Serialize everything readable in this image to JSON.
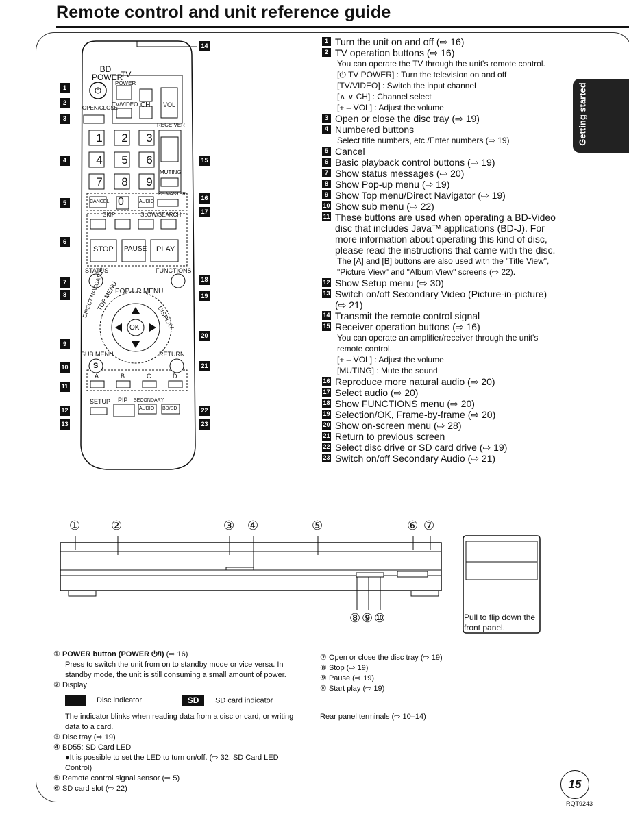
{
  "title": "Remote control and unit reference guide",
  "side_tab": "Getting started",
  "reference": [
    {
      "n": "1",
      "text": "Turn the unit on and off (⇨ 16)"
    },
    {
      "n": "2",
      "text": "TV operation buttons (⇨ 16)",
      "sub": [
        "You can operate the TV through the unit's remote control.",
        "[⏻ TV POWER] : Turn the television on and off",
        "[TV/VIDEO] : Switch the input channel",
        "[∧ ∨ CH] : Channel select",
        "[+ – VOL] : Adjust the volume"
      ]
    },
    {
      "n": "3",
      "text": "Open or close the disc tray (⇨ 19)"
    },
    {
      "n": "4",
      "text": "Numbered buttons",
      "sub": [
        "Select title numbers, etc./Enter numbers (⇨ 19)"
      ]
    },
    {
      "n": "5",
      "text": "Cancel"
    },
    {
      "n": "6",
      "text": "Basic playback control buttons (⇨ 19)"
    },
    {
      "n": "7",
      "text": "Show status messages (⇨ 20)"
    },
    {
      "n": "8",
      "text": "Show Pop-up menu (⇨ 19)"
    },
    {
      "n": "9",
      "text": "Show Top menu/Direct Navigator (⇨ 19)"
    },
    {
      "n": "10",
      "text": "Show sub menu (⇨ 22)"
    },
    {
      "n": "11",
      "text": "These buttons are used when operating a BD-Video disc that includes Java™ applications (BD-J). For more information about operating this kind of disc, please read the instructions that came with the disc.",
      "sub": [
        "The [A] and [B] buttons are also used with the \"Title View\", \"Picture View\" and \"Album View\" screens (⇨ 22)."
      ]
    },
    {
      "n": "12",
      "text": "Show Setup menu (⇨ 30)"
    },
    {
      "n": "13",
      "text": "Switch on/off Secondary Video (Picture-in-picture) (⇨ 21)"
    },
    {
      "n": "14",
      "text": "Transmit the remote control signal"
    },
    {
      "n": "15",
      "text": "Receiver operation buttons (⇨ 16)",
      "sub": [
        "You can operate an amplifier/receiver through the unit's remote control.",
        "[+ – VOL] : Adjust the volume",
        "[MUTING] : Mute the sound"
      ]
    },
    {
      "n": "16",
      "text": "Reproduce more natural audio (⇨ 20)"
    },
    {
      "n": "17",
      "text": "Select audio (⇨ 20)"
    },
    {
      "n": "18",
      "text": "Show FUNCTIONS menu (⇨ 20)"
    },
    {
      "n": "19",
      "text": "Selection/OK, Frame-by-frame (⇨ 20)"
    },
    {
      "n": "20",
      "text": "Show on-screen menu (⇨ 28)"
    },
    {
      "n": "21",
      "text": "Return to previous screen"
    },
    {
      "n": "22",
      "text": "Select disc drive or SD card drive (⇨ 19)"
    },
    {
      "n": "23",
      "text": "Switch on/off Secondary Audio (⇨ 21)"
    }
  ],
  "remote_labels": {
    "bd_power": "BD POWER",
    "tv": "TV",
    "power": "POWER",
    "tv_video": "TV/VIDEO",
    "ch": "CH",
    "vol": "VOL",
    "open_close": "OPEN/CLOSE",
    "receiver": "RECEIVER",
    "muting": "MUTING",
    "cancel": "CANCEL",
    "zero": "0",
    "audio": "AUDIO",
    "remaster": "RE-MASTER",
    "skip": "SKIP",
    "slow_search": "SLOW/SEARCH",
    "stop": "STOP",
    "pause": "PAUSE",
    "play": "PLAY",
    "status": "STATUS",
    "functions": "FUNCTIONS",
    "popup_menu": "POP-UP MENU",
    "direct_navigator": "DIRECT NAVIGATOR",
    "top_menu": "TOP MENU",
    "display": "DISPLAY",
    "ok": "OK",
    "sub_menu": "SUB MENU",
    "return": "RETURN",
    "s": "S",
    "a": "A",
    "b": "B",
    "c": "C",
    "d": "D",
    "setup": "SETUP",
    "pip": "PIP",
    "secondary": "SECONDARY",
    "audio2": "AUDIO",
    "bd_sd": "BD/SD",
    "digits": [
      "1",
      "2",
      "3",
      "4",
      "5",
      "6",
      "7",
      "8",
      "9"
    ]
  },
  "unit_callouts": [
    "①",
    "②",
    "③",
    "④",
    "⑤",
    "⑥",
    "⑦",
    "⑧",
    "⑨",
    "⑩"
  ],
  "flip_note": "Pull to flip down the front panel.",
  "bottom_left": {
    "i1_head": "POWER button (POWER ⏻/I)",
    "i1_ref": " (⇨ 16)",
    "i1_desc": "Press to switch the unit from on to standby mode or vice versa. In standby mode, the unit is still consuming a small amount of power.",
    "i2": "Display",
    "disc_indicator": "Disc indicator",
    "sd_label": "SD",
    "sd_indicator": "SD card indicator",
    "blink_note": "The indicator blinks when reading data from a disc or card, or writing data to a card.",
    "i3": "Disc tray (⇨ 19)",
    "i4": "BD55: SD Card LED",
    "i4_bullet": "●It is possible to set the LED to turn on/off. (⇨ 32, SD Card LED Control)",
    "i5": "Remote control signal sensor (⇨ 5)",
    "i6": "SD card slot (⇨ 22)"
  },
  "bottom_right": {
    "i7": "Open or close the disc tray (⇨ 19)",
    "i8": "Stop (⇨ 19)",
    "i9": "Pause (⇨ 19)",
    "i10": "Start play (⇨ 19)",
    "rear": "Rear panel terminals (⇨ 10–14)"
  },
  "page_number": "15",
  "doc_code": "RQT9243"
}
